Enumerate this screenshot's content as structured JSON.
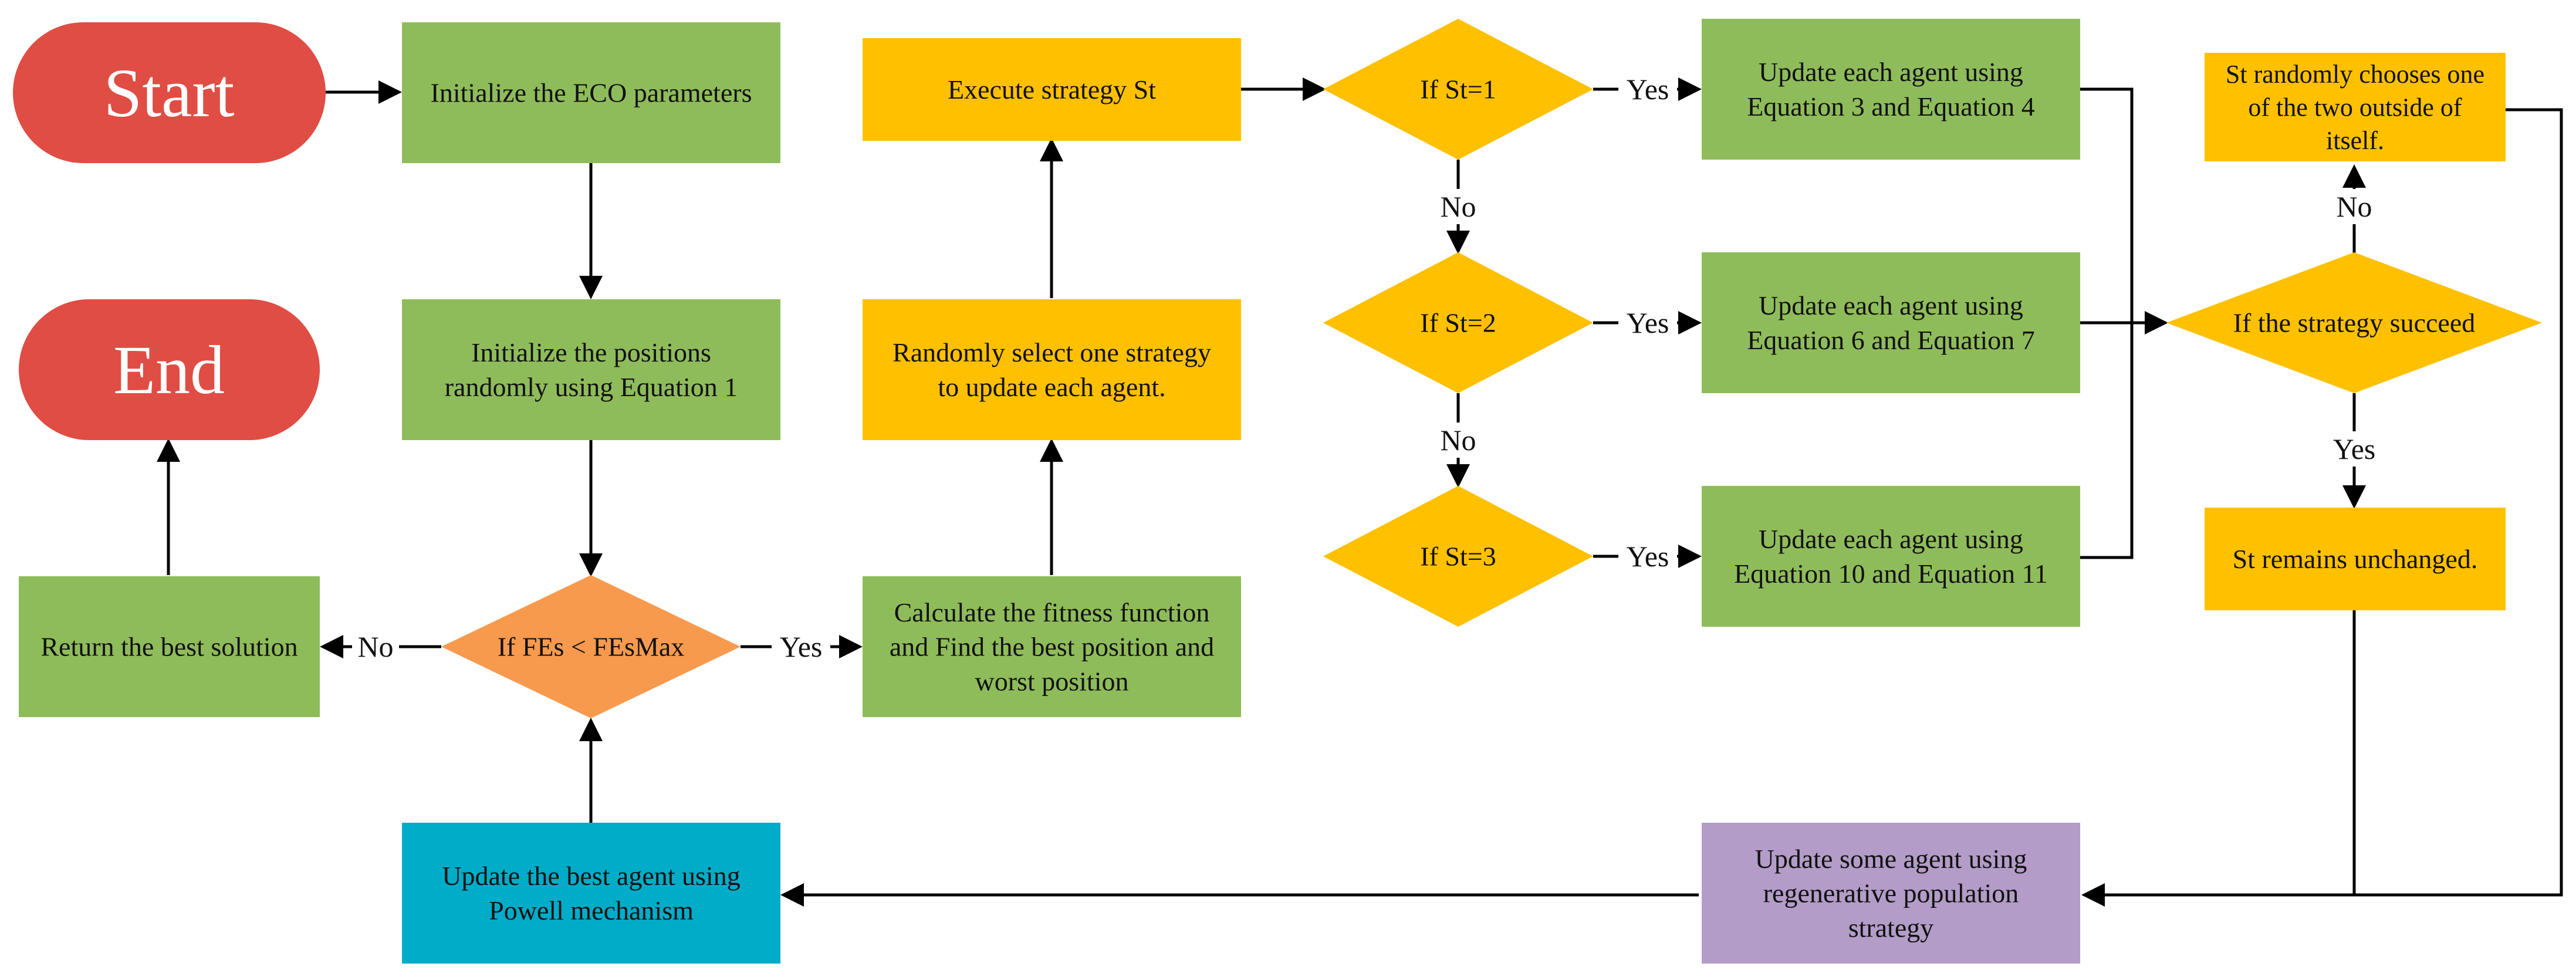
{
  "colors": {
    "terminal": "#e04d44",
    "process_green": "#8fbc5a",
    "process_yellow": "#ffc000",
    "decision_yellow": "#ffc000",
    "decision_orange": "#f79a4e",
    "process_teal": "#00acc8",
    "process_purple": "#b39cc7",
    "arrow": "#000000"
  },
  "nodes": {
    "start": {
      "label": "Start"
    },
    "end": {
      "label": "End"
    },
    "init_params": {
      "lines": [
        "Initialize the ECO parameters"
      ]
    },
    "init_positions": {
      "lines": [
        "Initialize the positions",
        "randomly using Equation 1"
      ]
    },
    "check_fes": {
      "lines": [
        "If FEs < FEsMax"
      ]
    },
    "return_best": {
      "lines": [
        "Return the best solution"
      ]
    },
    "calc_fitness": {
      "lines": [
        "Calculate the fitness function",
        "and Find the best position and",
        "worst position"
      ]
    },
    "select_strategy": {
      "lines": [
        "Randomly select one strategy",
        "to update each agent."
      ]
    },
    "execute_strategy": {
      "lines": [
        "Execute strategy St"
      ]
    },
    "if_st1": {
      "lines": [
        "If St=1"
      ]
    },
    "if_st2": {
      "lines": [
        "If St=2"
      ]
    },
    "if_st3": {
      "lines": [
        "If St=3"
      ]
    },
    "update_eq3_4": {
      "lines": [
        "Update each agent using",
        "Equation 3 and Equation 4"
      ]
    },
    "update_eq6_7": {
      "lines": [
        "Update each agent using",
        "Equation 6 and Equation 7"
      ]
    },
    "update_eq10_11": {
      "lines": [
        "Update each agent using",
        "Equation 10 and Equation 11"
      ]
    },
    "if_succeed": {
      "lines": [
        "If the strategy succeed"
      ]
    },
    "st_random": {
      "lines": [
        "St randomly chooses one",
        "of the two outside of",
        "itself."
      ]
    },
    "st_unchanged": {
      "lines": [
        "St remains unchanged."
      ]
    },
    "regenerative": {
      "lines": [
        "Update some agent using",
        "regenerative population",
        "strategy"
      ]
    },
    "powell": {
      "lines": [
        "Update the best agent using",
        "Powell mechanism"
      ]
    }
  },
  "edge_labels": {
    "fes_no": "No",
    "fes_yes": "Yes",
    "st1_yes": "Yes",
    "st1_no": "No",
    "st2_yes": "Yes",
    "st2_no": "No",
    "st3_yes": "Yes",
    "succeed_no": "No",
    "succeed_yes": "Yes"
  }
}
